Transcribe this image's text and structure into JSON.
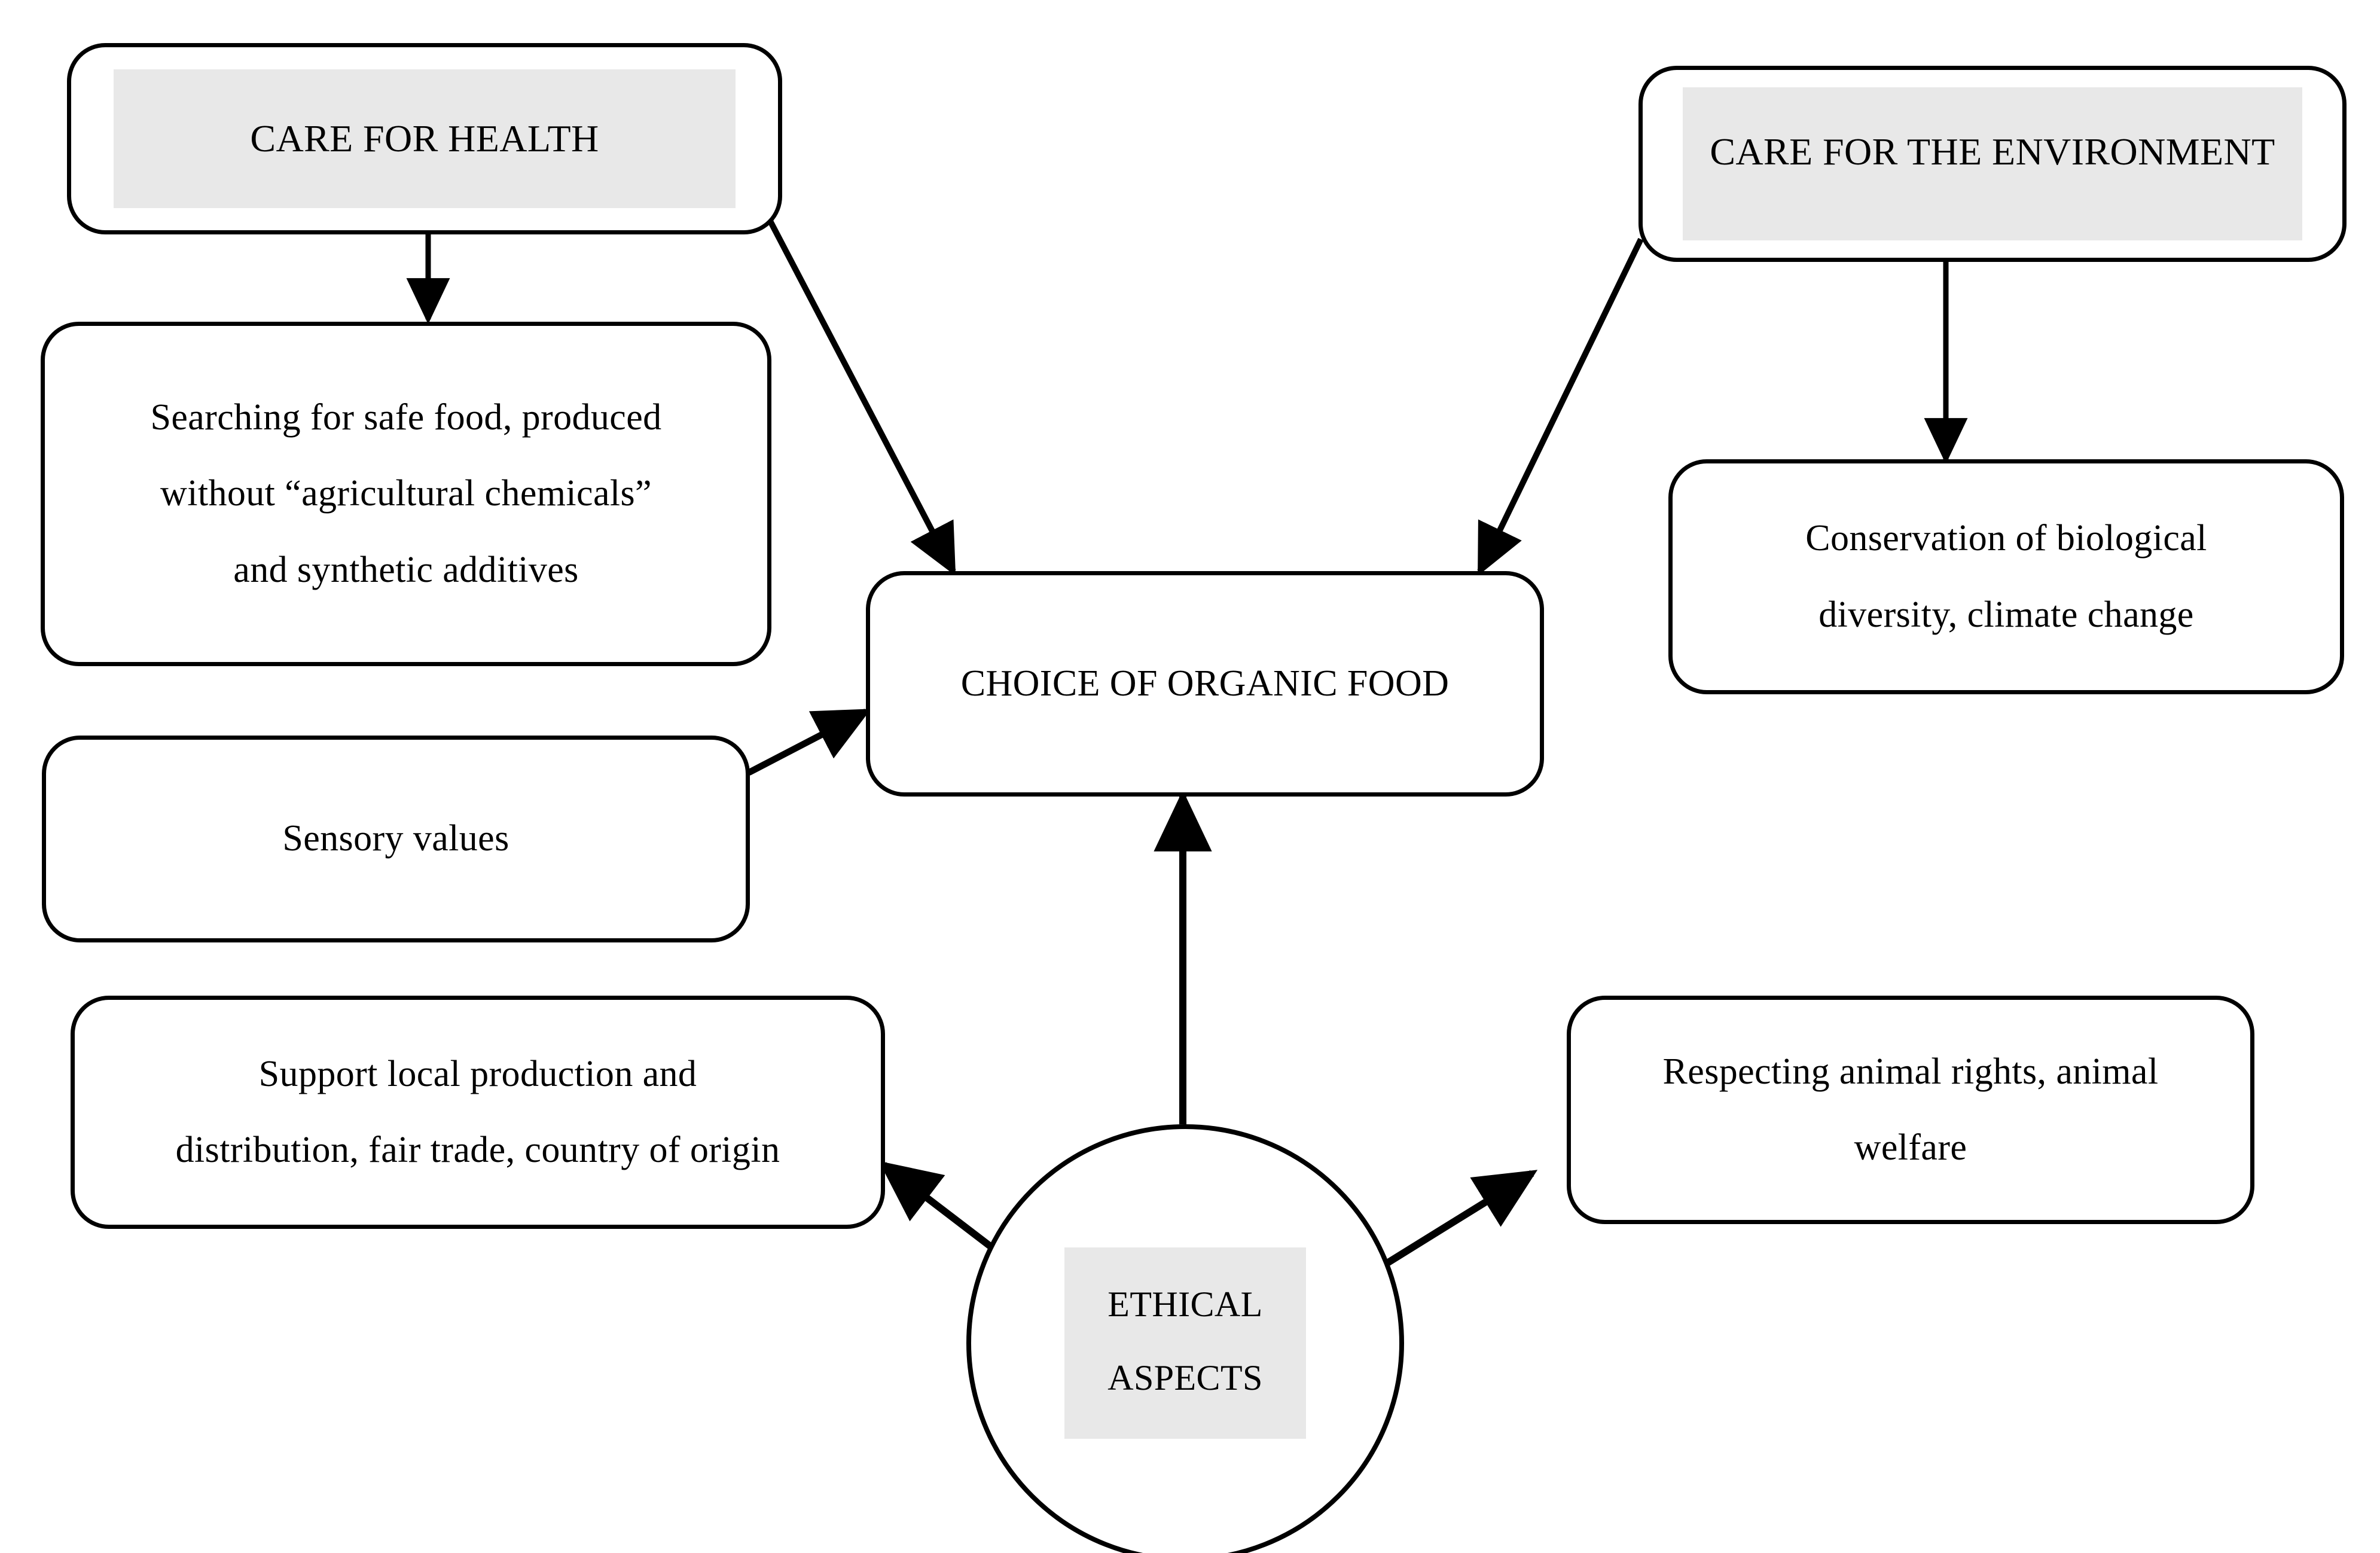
{
  "diagram": {
    "type": "flow-diagram",
    "background_color": "#ffffff",
    "line_color": "#000000",
    "highlight_color": "#e8e8e8",
    "nodes": {
      "care_for_health": {
        "label": "CARE FOR HEALTH",
        "shape": "rounded-rectangle",
        "highlighted": true
      },
      "safe_food": {
        "label": "Searching for safe food, produced\nwithout “agricultural chemicals”\nand synthetic additives",
        "shape": "rounded-rectangle",
        "highlighted": false
      },
      "sensory_values": {
        "label": "Sensory values",
        "shape": "rounded-rectangle",
        "highlighted": false
      },
      "choice_of_organic_food": {
        "label": "CHOICE OF ORGANIC FOOD",
        "shape": "rounded-rectangle",
        "highlighted": false
      },
      "care_for_environment": {
        "label": "CARE FOR THE ENVIRONMENT",
        "shape": "rounded-rectangle",
        "highlighted": true
      },
      "conservation": {
        "label": "Conservation of biological\ndiversity, climate change",
        "shape": "rounded-rectangle",
        "highlighted": false
      },
      "support_local": {
        "label": "Support local production and\ndistribution, fair trade, country of origin",
        "shape": "rounded-rectangle",
        "highlighted": false
      },
      "animal_rights": {
        "label": "Respecting animal rights, animal\nwelfare",
        "shape": "rounded-rectangle",
        "highlighted": false
      },
      "ethical_aspects": {
        "label": "ETHICAL\nASPECTS",
        "shape": "circle",
        "highlighted": true
      }
    },
    "edges": [
      {
        "id": "health-to-safefood",
        "from": "care_for_health",
        "to": "safe_food",
        "style": "straight",
        "arrowhead": "end"
      },
      {
        "id": "health-to-choice",
        "from": "care_for_health",
        "to": "choice_of_organic_food",
        "style": "diagonal",
        "arrowhead": "end"
      },
      {
        "id": "sensory-to-choice",
        "from": "sensory_values",
        "to": "choice_of_organic_food",
        "style": "diagonal",
        "arrowhead": "end"
      },
      {
        "id": "environment-to-choice",
        "from": "care_for_environment",
        "to": "choice_of_organic_food",
        "style": "diagonal",
        "arrowhead": "end"
      },
      {
        "id": "environment-to-conservation",
        "from": "care_for_environment",
        "to": "conservation",
        "style": "straight",
        "arrowhead": "end"
      },
      {
        "id": "ethical-to-choice",
        "from": "ethical_aspects",
        "to": "choice_of_organic_food",
        "style": "straight",
        "arrowhead": "end"
      },
      {
        "id": "ethical-to-support",
        "from": "ethical_aspects",
        "to": "support_local",
        "style": "diagonal",
        "arrowhead": "end"
      },
      {
        "id": "ethical-to-animal",
        "from": "ethical_aspects",
        "to": "animal_rights",
        "style": "diagonal",
        "arrowhead": "end"
      }
    ]
  }
}
